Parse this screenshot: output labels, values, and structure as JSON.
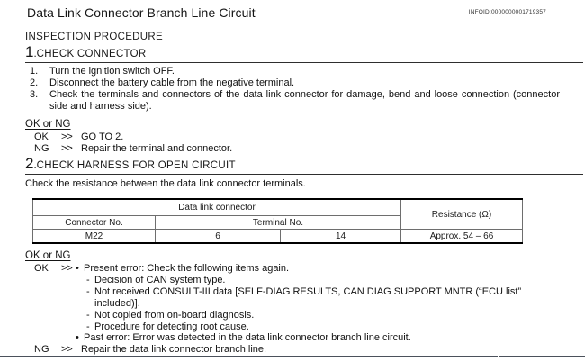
{
  "markers": {
    "dot": ".",
    "arrow": ">>",
    "bullet": "•",
    "dash": "-"
  },
  "header": {
    "title": "Data Link Connector Branch Line Circuit",
    "infoid": "INFOID:0000000001719357"
  },
  "procedure_label": "INSPECTION PROCEDURE",
  "section1": {
    "number": "1",
    "title": "CHECK CONNECTOR",
    "steps": [
      {
        "num": "1.",
        "text": "Turn the ignition switch OFF."
      },
      {
        "num": "2.",
        "text": "Disconnect the battery cable from the negative terminal."
      },
      {
        "num": "3.",
        "text": "Check the terminals and connectors of the data link connector for damage, bend and loose connection (connector side and harness side)."
      }
    ],
    "ok_or_ng": "OK or NG",
    "results": [
      {
        "label": "OK",
        "text": "GO TO 2."
      },
      {
        "label": "NG",
        "text": "Repair the terminal and connector."
      }
    ]
  },
  "section2": {
    "number": "2",
    "title": "CHECK HARNESS FOR OPEN CIRCUIT",
    "intro": "Check the resistance between the data link connector terminals.",
    "table": {
      "group_header": "Data link connector",
      "resistance_header": "Resistance (Ω)",
      "connector_col_header": "Connector No.",
      "terminal_col_header": "Terminal No.",
      "row": {
        "connector_no": "M22",
        "terminal_a": "6",
        "terminal_b": "14",
        "resistance": "Approx. 54 – 66"
      }
    },
    "ok_or_ng": "OK or NG",
    "ok_result": {
      "label": "OK",
      "bullet1": "Present error: Check the following items again.",
      "subs": [
        "Decision of CAN system type.",
        "Not received CONSULT-III data [SELF-DIAG RESULTS, CAN DIAG SUPPORT MNTR (“ECU list” included)].",
        "Not copied from on-board diagnosis.",
        "Procedure for detecting root cause."
      ],
      "bullet2": "Past error: Error was detected in the data link connector branch line circuit."
    },
    "ng_result": {
      "label": "NG",
      "text": "Repair the data link connector branch line."
    }
  }
}
